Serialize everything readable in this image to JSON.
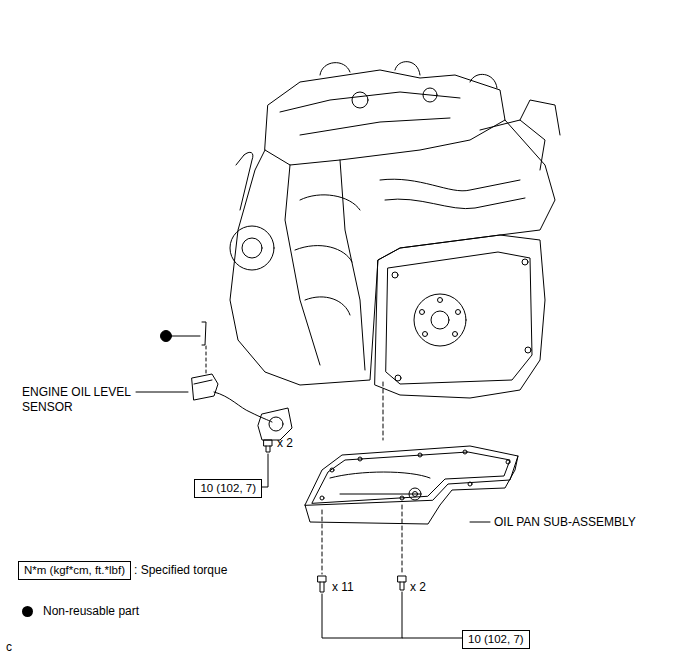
{
  "diagram": {
    "nodes": [
      {
        "text": [
          "10 (102, 7)"
        ]
      },
      {
        "text": [
          "10 (102, 7)"
        ]
      },
      {
        "text": [
          "N*m (kgf*cm, ft.*lbf)"
        ]
      }
    ],
    "labels": [
      "ENGINE OIL LEVEL SENSOR",
      "x 2",
      "OIL PAN SUB-ASSEMBLY",
      "x 11",
      "x 2",
      ": Specified torque",
      "c"
    ],
    "legend": [
      {
        "text": "Non-reusable part"
      }
    ]
  }
}
